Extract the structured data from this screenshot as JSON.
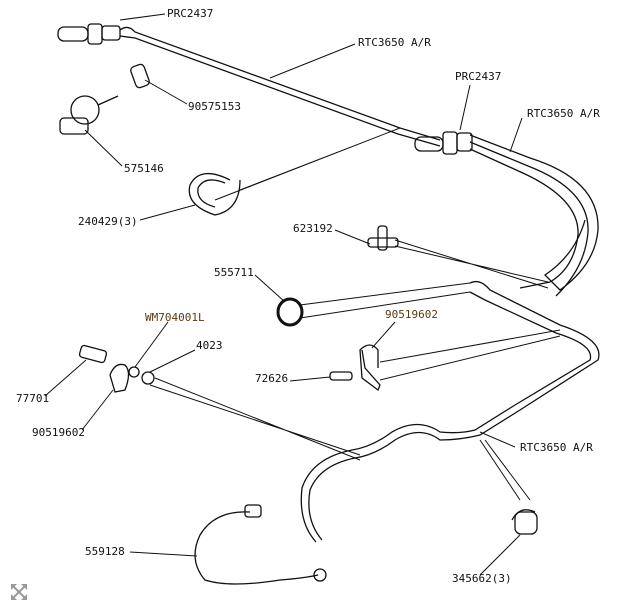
{
  "labels": {
    "prc2437_top": "PRC2437",
    "rtc3650_top": "RTC3650  A/R",
    "p90575153": "90575153",
    "p575146": "575146",
    "prc2437_mid": "PRC2437",
    "rtc3650_mid": "RTC3650 A/R",
    "p240429": "240429(3)",
    "p623192": "623192",
    "p555711": "555711",
    "wm704001l": "WM704001L",
    "p90519602_right": "90519602",
    "p4023": "4023",
    "p72626": "72626",
    "p77701": "77701",
    "p90519602_left": "90519602",
    "rtc3650_low": "RTC3650  A/R",
    "p559128": "559128",
    "p345662": "345662(3)"
  },
  "icons": {
    "expand": "expand-arrows-icon"
  },
  "colors": {
    "line": "#111111",
    "label_accent": "#5a3a10",
    "icon": "#9a9a9a"
  }
}
